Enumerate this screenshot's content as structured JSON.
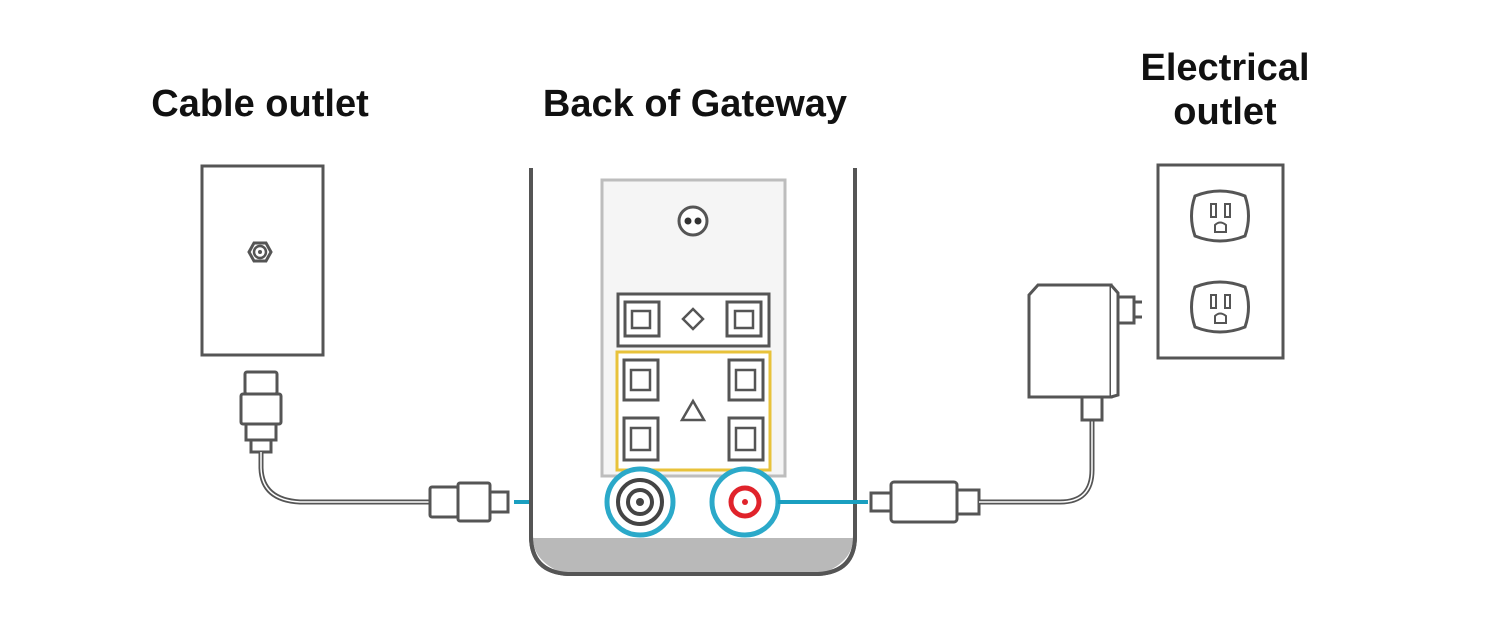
{
  "labels": {
    "cable_outlet": "Cable outlet",
    "back_of_gateway": "Back of Gateway",
    "electrical_outlet_line1": "Electrical",
    "electrical_outlet_line2": "outlet"
  },
  "colors": {
    "line": "#555555",
    "teal_cable": "#1a9fc0",
    "ring_teal": "#2ba9c9",
    "yellow_outline": "#e8c23a",
    "power_red": "#e0232b",
    "base_grey": "#b9b9b9"
  },
  "icons": {
    "gateway_logo": "logo-dots-icon",
    "network_diamond": "diamond-icon",
    "network_triangle": "triangle-icon"
  }
}
